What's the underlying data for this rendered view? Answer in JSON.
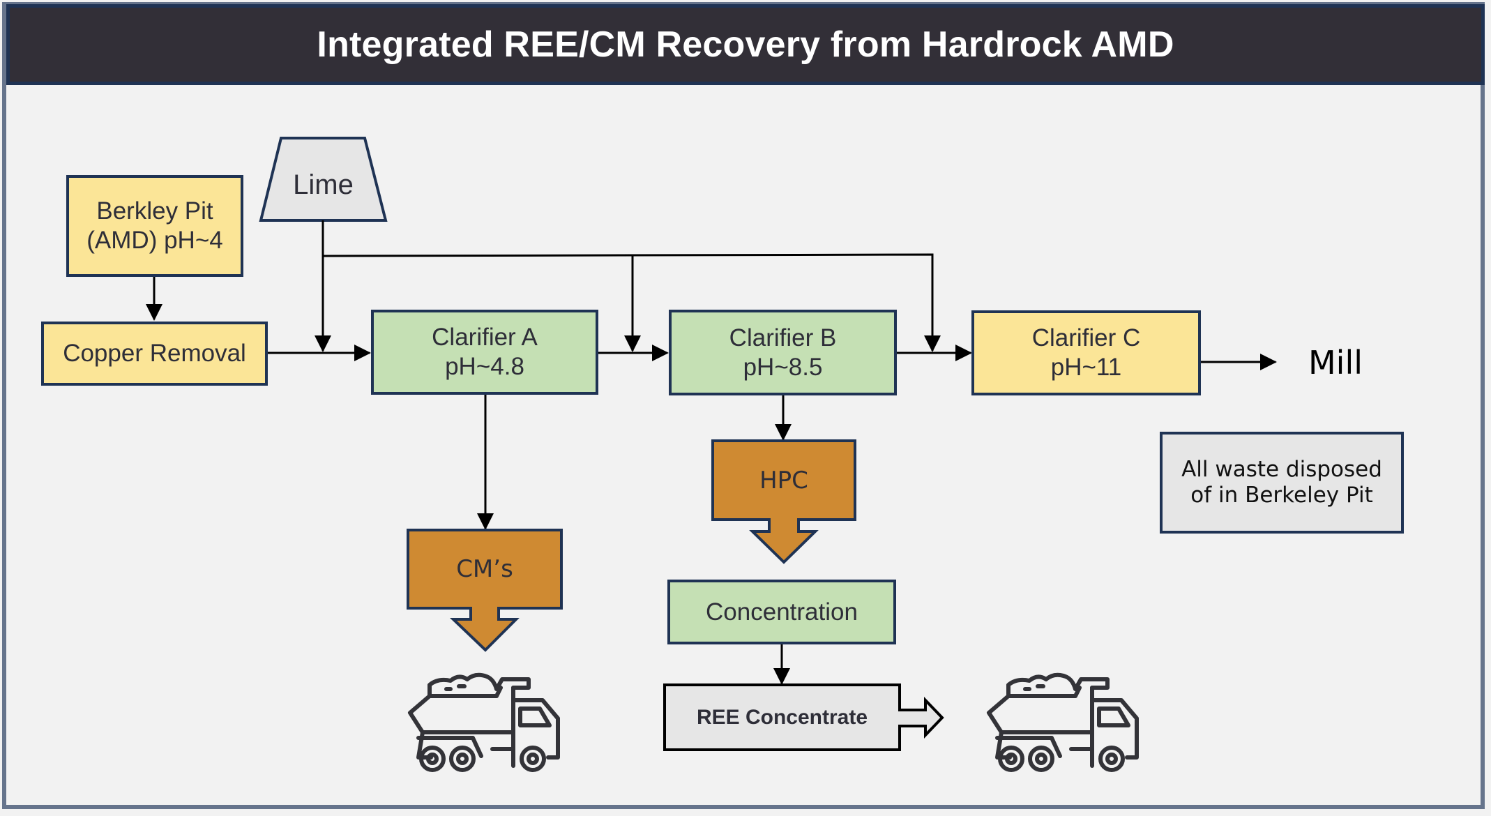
{
  "title": "Integrated REE/CM Recovery from Hardrock AMD",
  "colors": {
    "title_bg": "#322f37",
    "frame": "#66748c",
    "box_border": "#1f3354",
    "yellow_fill": "#fbe597",
    "green_fill": "#c5e0b4",
    "gray_fill": "#e6e6e6",
    "orange_fill": "#cf8a32",
    "background": "#f2f2f2"
  },
  "nodes": {
    "berkley_pit": {
      "line1": "Berkley Pit",
      "line2": "(AMD) pH~4"
    },
    "copper_removal": {
      "label": "Copper Removal"
    },
    "lime": {
      "label": "Lime"
    },
    "clarifier_a": {
      "line1": "Clarifier A",
      "line2": "pH~4.8"
    },
    "clarifier_b": {
      "line1": "Clarifier B",
      "line2": "pH~8.5"
    },
    "clarifier_c": {
      "line1": "Clarifier C",
      "line2": "pH~11"
    },
    "mill": {
      "label": "Mill"
    },
    "cms": {
      "label": "CM’s"
    },
    "hpc": {
      "label": "HPC"
    },
    "concentration": {
      "label": "Concentration"
    },
    "ree_concentrate": {
      "label": "REE Concentrate"
    },
    "waste_note": {
      "line1": "All waste disposed",
      "line2": "of in Berkeley Pit"
    }
  },
  "icons": {
    "truck_1": "dump-truck-icon",
    "truck_2": "dump-truck-icon"
  }
}
